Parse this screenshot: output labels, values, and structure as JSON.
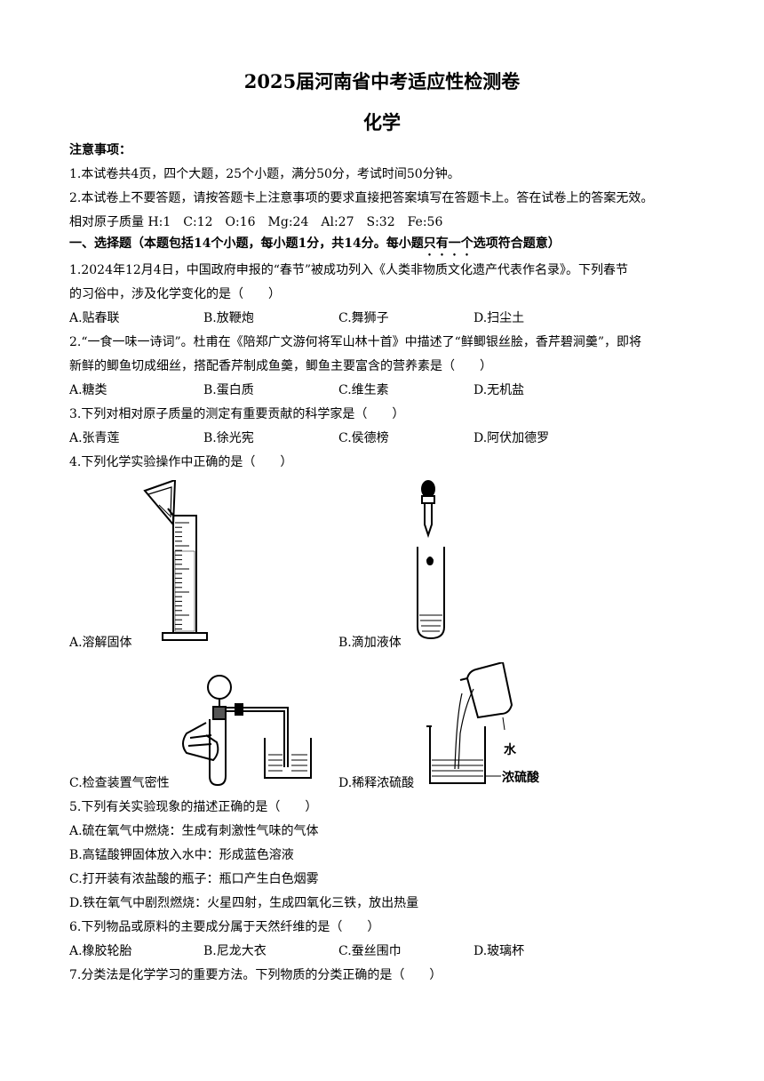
{
  "title": "2025届河南省中考适应性检测卷",
  "subject": "化学",
  "notice": {
    "heading": "注意事项：",
    "items": [
      "1.本试卷共4页，四个大题，25个小题，满分50分，考试时间50分钟。",
      "2.本试卷上不要答题，请按答题卡上注意事项的要求直接把答案填写在答题卡上。答在试卷上的答案无效。"
    ],
    "atomic_mass": "相对原子质量 H:1　C:12　O:16　Mg:24　Al:27　S:32　Fe:56"
  },
  "section1": {
    "heading_pre": "一、选择题（本题包括14个小题，每小题1分，共14分。每小题",
    "heading_emph": "只有一个",
    "heading_post": "选项符合题意）"
  },
  "questions": [
    {
      "stem": [
        "1.2024年12月4日，中国政府申报的“春节”被成功列入《人类非物质文化遗产代表作名录》。下列春节",
        "的习俗中，涉及化学变化的是（　　）"
      ],
      "options": [
        "A.贴春联",
        "B.放鞭炮",
        "C.舞狮子",
        "D.扫尘土"
      ]
    },
    {
      "stem": [
        "2.“一食一味一诗词”。杜甫在《陪郑广文游何将军山林十首》中描述了“鲜鲫银丝脍，香芹碧涧羹”，即将",
        "新鲜的鲫鱼切成细丝，搭配香芹制成鱼羹，鲫鱼主要富含的营养素是（　　）"
      ],
      "options": [
        "A.糖类",
        "B.蛋白质",
        "C.维生素",
        "D.无机盐"
      ]
    },
    {
      "stem": [
        "3.下列对相对原子质量的测定有重要贡献的科学家是（　　）"
      ],
      "options": [
        "A.张青莲",
        "B.徐光宪",
        "C.侯德榜",
        "D.阿伏加德罗"
      ]
    },
    {
      "stem": [
        "4.下列化学实验操作中正确的是（　　）"
      ],
      "options": [
        "A.溶解固体",
        "B.滴加液体",
        "C.检查装置气密性",
        "D.稀释浓硫酸"
      ],
      "figure_labels": {
        "water": "水",
        "acid": "浓硫酸"
      }
    },
    {
      "stem": [
        "5.下列有关实验现象的描述正确的是（　　）"
      ],
      "options": [
        "A.硫在氧气中燃烧：生成有刺激性气味的气体",
        "B.高锰酸钾固体放入水中：形成蓝色溶液",
        "C.打开装有浓盐酸的瓶子：瓶口产生白色烟雾",
        "D.铁在氧气中剧烈燃烧：火星四射，生成四氧化三铁，放出热量"
      ]
    },
    {
      "stem": [
        "6.下列物品或原料的主要成分属于天然纤维的是（　　）"
      ],
      "options": [
        "A.橡胶轮胎",
        "B.尼龙大衣",
        "C.蚕丝围巾",
        "D.玻璃杯"
      ]
    },
    {
      "stem": [
        "7.分类法是化学学习的重要方法。下列物质的分类正确的是（　　）"
      ],
      "options": []
    }
  ]
}
